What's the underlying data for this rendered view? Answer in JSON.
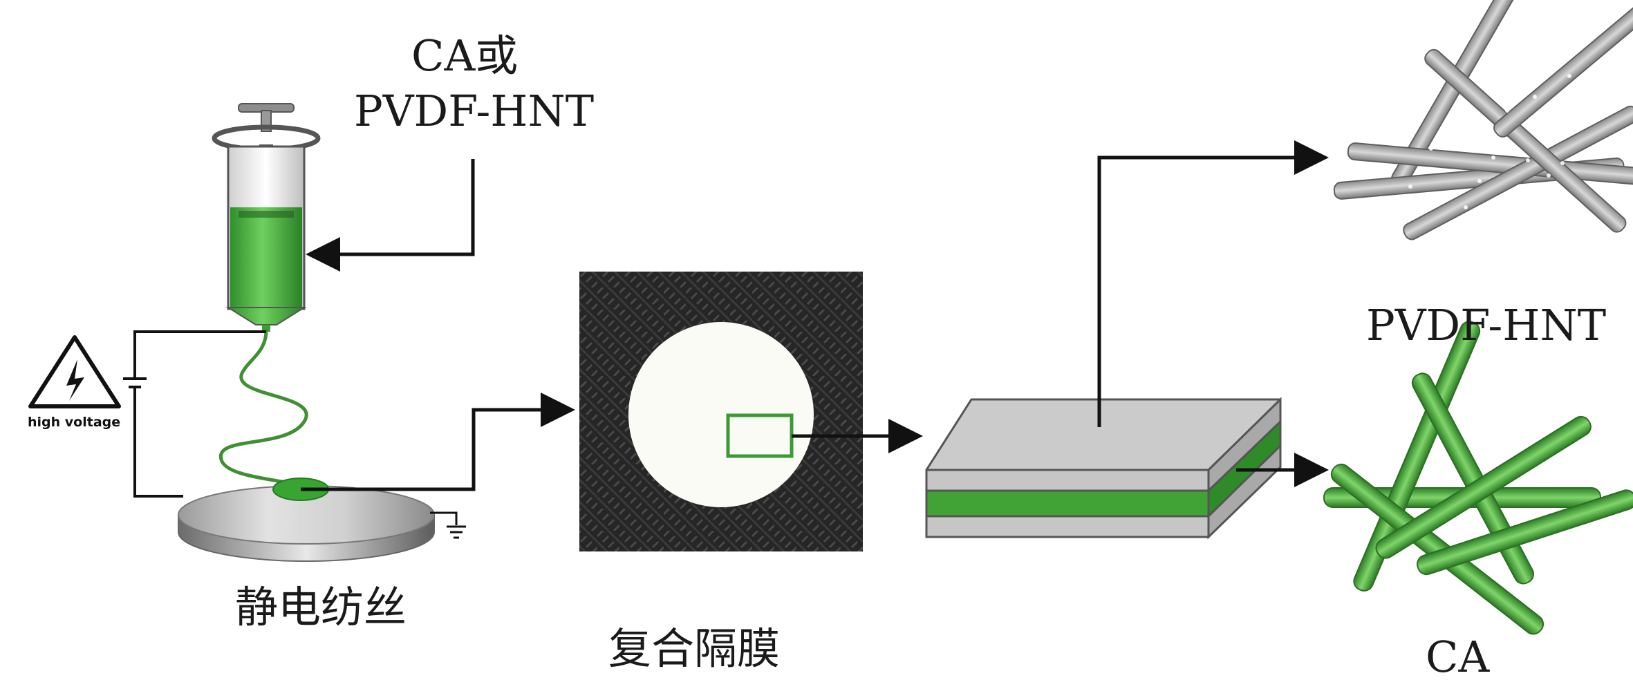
{
  "labels": {
    "input_line_1": "CA或",
    "input_line_2": "PVDF-HNT",
    "step_1": "静电纺丝",
    "step_2": "复合隔膜",
    "layer_top": "PVDF-HNT",
    "layer_bottom": "CA",
    "high_voltage": "high voltage"
  },
  "colors": {
    "solution_green": "#3aa535",
    "fiber_green": "#4caf3e",
    "fiber_gray": "#b8b8b8",
    "mesh_dark": "#2a2a2a",
    "arrow": "#111111",
    "layer_gray": "#c9c9c9"
  },
  "icons": {
    "syringe": "syringe-icon",
    "high_voltage": "high-voltage-warning-icon",
    "ground": "ground-icon",
    "battery": "battery-icon"
  }
}
